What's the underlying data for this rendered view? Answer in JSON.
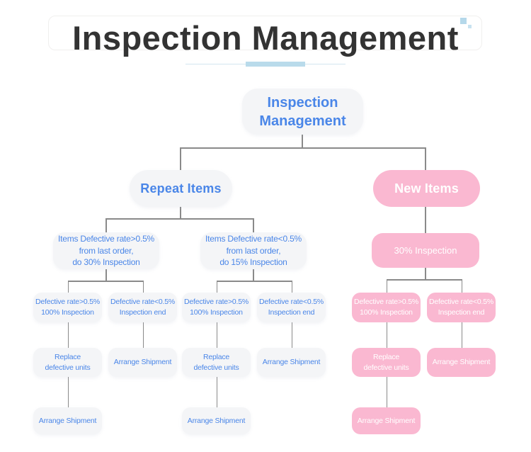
{
  "header": {
    "title": "Inspection Management"
  },
  "colors": {
    "title_text": "#333333",
    "node_text_blue": "#4a86e8",
    "node_gray_bg": "#f4f5f7",
    "node_pink_bg": "#fab8d1",
    "node_pink_text": "#ffffff",
    "connector_gray": "#8a8a8a",
    "underline_accent_blue": "#b9dbeb"
  },
  "diagram": {
    "root": {
      "label": "Inspection\nManagement"
    },
    "repeat_branch": {
      "label": "Repeat Items",
      "conditions": [
        {
          "label": "Items Defective rate>0.5%\nfrom last order,\ndo 30% Inspection"
        },
        {
          "label": "Items Defective rate<0.5%\nfrom last order,\ndo 15% Inspection"
        }
      ]
    },
    "new_branch": {
      "label": "New Items",
      "inspection": {
        "label": "30% Inspection"
      }
    },
    "outcome_labels": {
      "rate_high": "Defective rate>0.5%\n100% Inspection",
      "rate_low": "Defective rate<0.5%\nInspection end",
      "replace": "Replace\ndefective units",
      "ship": "Arrange Shipment"
    }
  }
}
